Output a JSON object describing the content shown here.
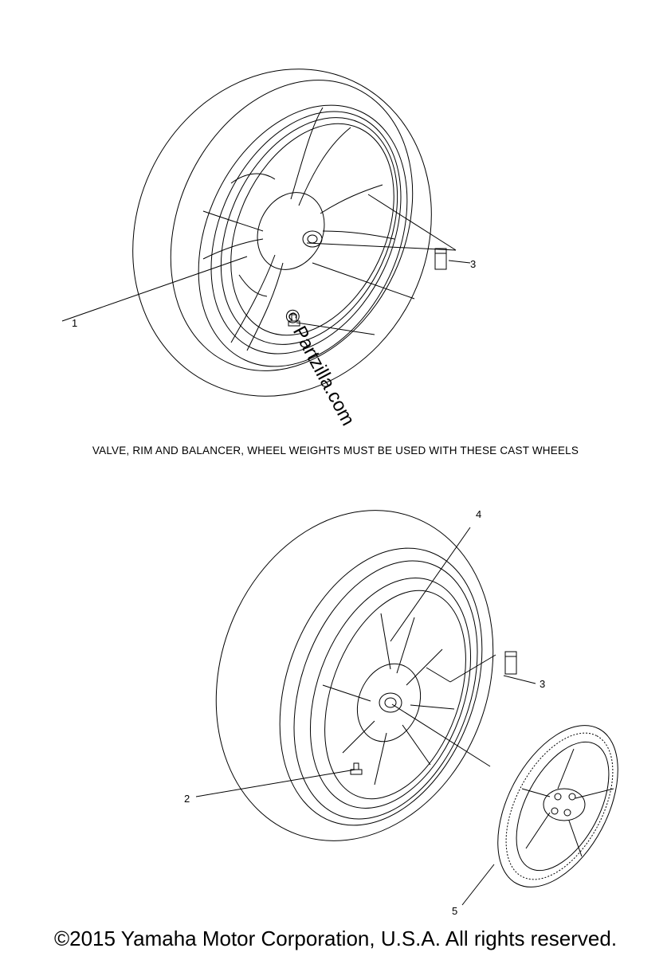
{
  "callouts": {
    "c1": "1",
    "c2": "2",
    "c3_top": "3",
    "c3_bottom": "3",
    "c4": "4",
    "c5": "5"
  },
  "note": "VALVE, RIM AND BALANCER, WHEEL WEIGHTS MUST BE USED WITH THESE CAST WHEELS",
  "watermark": "© Partzilla.com",
  "copyright": "©2015 Yamaha Motor Corporation, U.S.A. All rights reserved.",
  "colors": {
    "line": "#000000",
    "background": "#ffffff"
  }
}
